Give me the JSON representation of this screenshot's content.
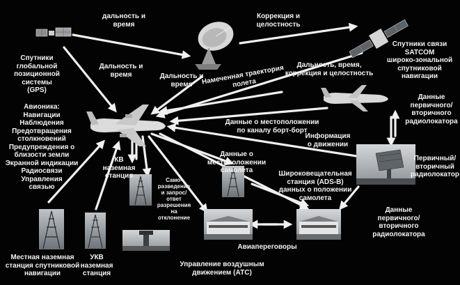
{
  "labels": {
    "gps_range_time": "дальность и\nвремя",
    "correction_integrity": "Коррекция и\nцелостность",
    "gps_satellites": "Спутники\nглобальной\nпозиционной\nсистемы\n(GPS)",
    "range_time_left": "Дальность и\nвремя",
    "range_time_center": "Дальность и\nвремя",
    "satcom": "Спутники связи\nSATCOM\nшироко-зональной\nспутниковой\nнавигации",
    "range_time_correction": "Дальность, время,\nкоррекция и целостность",
    "planned_trajectory": "Намеченная траектория\nполета",
    "avionics": "Авионика:\nНавигации\nНаблюдения\nПредотвращения\nстолкновений\nПредупреждения о\nблизости земли\nЭкранной индикации\nРадиосвязи\nУправления\nсвязью",
    "primary_secondary_radar_data_top": "Данные\nпервичного/\nвторичного\nрадиолокатора",
    "air_to_air_position": "Данные о местоположении\nпо каналу борт-борт",
    "traffic_info": "Информация\nо движении",
    "hf_station": "КВ\nназемная\nстанция",
    "aircraft_position": "Данные о местоположении\nсамолета",
    "primary_secondary_radar": "Первичный/\nвторичный\nрадиолокатор",
    "self_report": "Само-\nразведение\nи запрос/\nответ\nразрешения\nна\nотклонение",
    "adsb": "Широковещательная\nстанция (ADS-B)\nданных о положении\nсамолета",
    "primary_secondary_radar_data_bottom": "Данные\nпервичного/\nвторичного\nрадиолокатора",
    "local_ground_station": "Местная наземная\nстанция спутниковой\nнавигации",
    "vhf_station": "УКВ\nназемная\nстанция",
    "voice_comms": "Авиапереговоры",
    "atc": "Управление воздушным\nдвижением (АТС)"
  },
  "colors": {
    "background": "#030303",
    "arrow": "#f0f0f0",
    "text": "#f2f2f2"
  }
}
